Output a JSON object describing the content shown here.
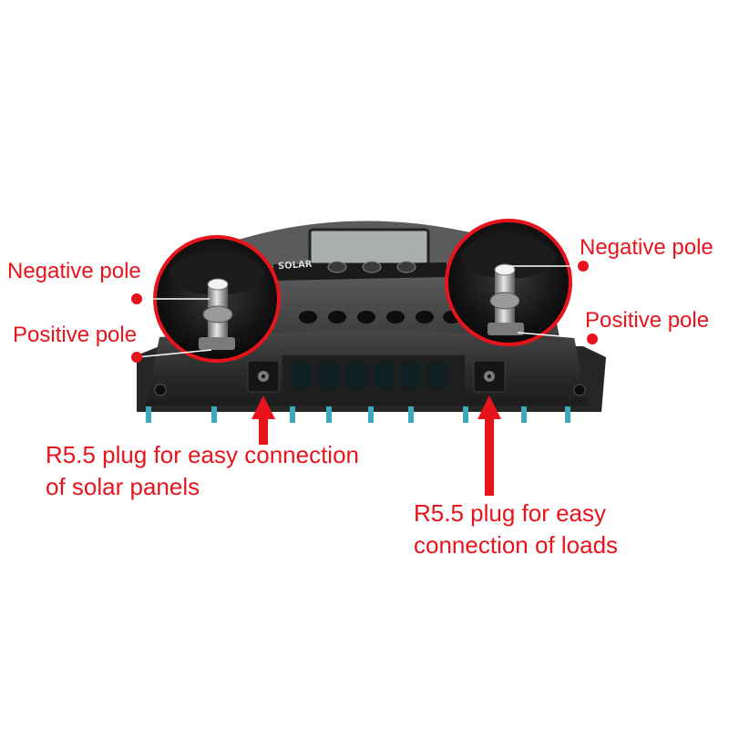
{
  "labels": {
    "negative_pole_left": "Negative pole",
    "positive_pole_left": "Positive pole",
    "negative_pole_right": "Negative pole",
    "positive_pole_right": "Positive pole",
    "solar_plug": [
      "R5.5 plug for easy connection",
      "of solar panels"
    ],
    "load_plug": [
      "R5.5 plug for easy",
      "connection of loads"
    ]
  },
  "device": {
    "brand_text": "SOLAR"
  },
  "colors": {
    "annotation": "#e8141b",
    "body": "#2b2b2b",
    "terminal": "#3aa9b8",
    "background": "#ffffff"
  }
}
